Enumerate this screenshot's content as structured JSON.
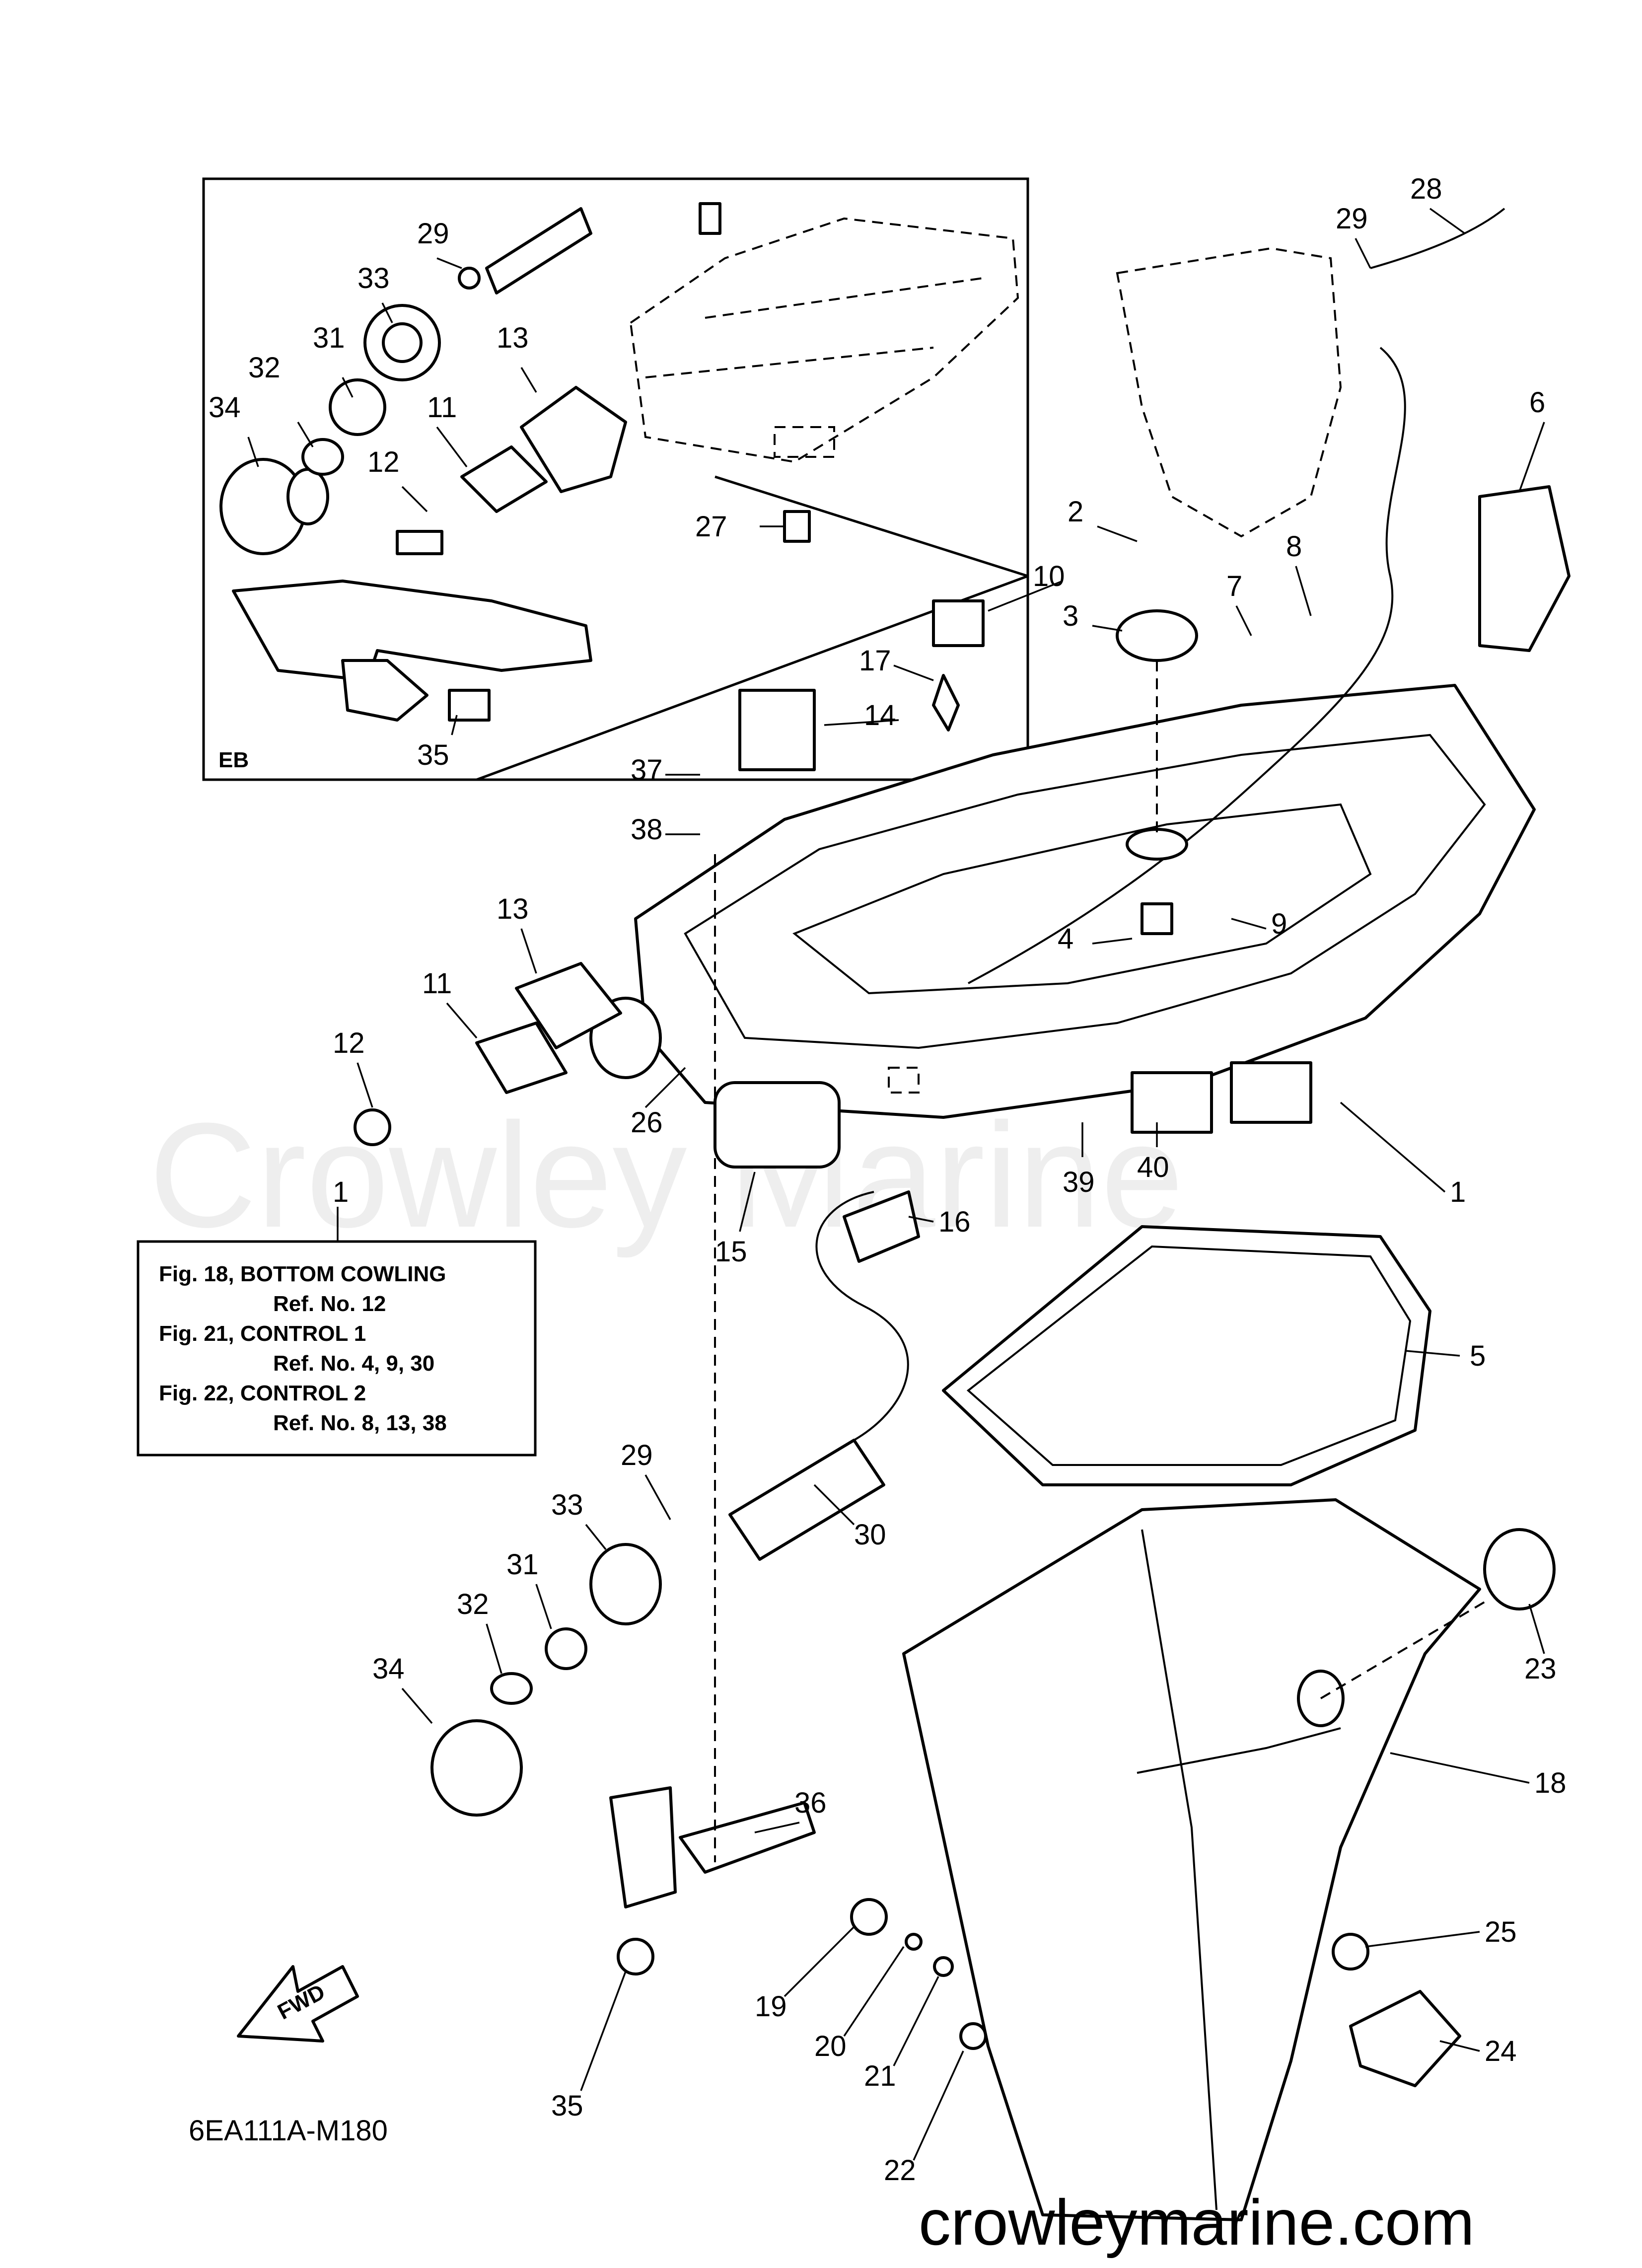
{
  "diagram_code": "6EA111A-M180",
  "inset_tag": "EB",
  "fwd_label": "FWD",
  "watermark": "Crowley Marine",
  "site_url": "crowleymarine.com",
  "reference_note": [
    "Fig. 18, BOTTOM COWLING",
    "Ref. No. 12",
    "Fig. 21, CONTROL 1",
    "Ref. No. 4, 9, 30",
    "Fig. 22, CONTROL 2",
    "Ref. No. 8, 13, 38"
  ],
  "callouts": {
    "inset": [
      "29",
      "33",
      "13",
      "31",
      "32",
      "11",
      "34",
      "12",
      "27",
      "35"
    ],
    "main": [
      "28",
      "29",
      "6",
      "2",
      "8",
      "10",
      "3",
      "7",
      "17",
      "14",
      "37",
      "38",
      "13",
      "4",
      "9",
      "11",
      "12",
      "26",
      "1",
      "39",
      "40",
      "1",
      "15",
      "16",
      "5",
      "29",
      "30",
      "33",
      "31",
      "32",
      "23",
      "34",
      "18",
      "36",
      "25",
      "19",
      "20",
      "21",
      "24",
      "35",
      "22"
    ]
  }
}
